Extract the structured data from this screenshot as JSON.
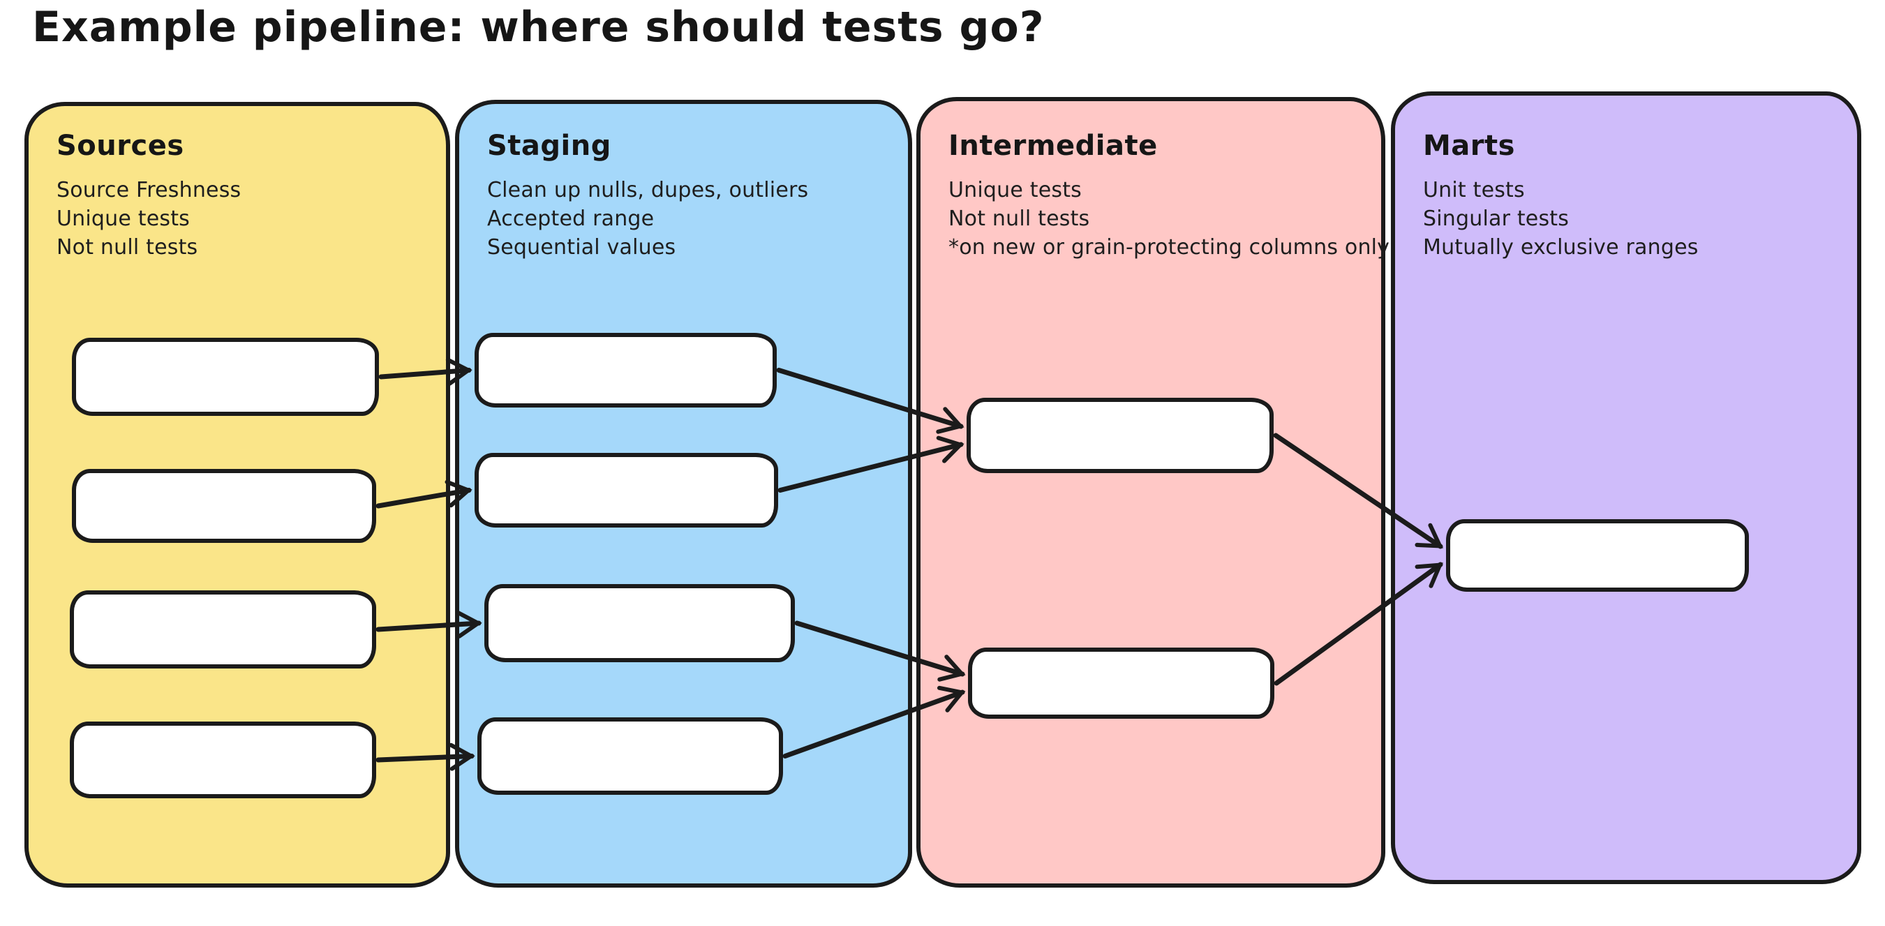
{
  "title": "Example pipeline: where should tests go?",
  "colors": {
    "background": "#ffffff",
    "stroke": "#1b1b1b",
    "sources": "#fae589",
    "staging": "#a5d8fa",
    "intermediate": "#ffc8c6",
    "marts": "#cfbcfa"
  },
  "columns": [
    {
      "id": "sources",
      "label": "Sources",
      "notes": [
        "Source Freshness",
        "Unique tests",
        "Not null tests"
      ],
      "color": "#fae589",
      "box_count": 4
    },
    {
      "id": "staging",
      "label": "Staging",
      "notes": [
        "Clean up nulls, dupes, outliers",
        "Accepted range",
        "Sequential values"
      ],
      "color": "#a5d8fa",
      "box_count": 4
    },
    {
      "id": "intermediate",
      "label": "Intermediate",
      "notes": [
        "Unique tests",
        "Not null tests",
        "*on new or grain-protecting columns only"
      ],
      "color": "#ffc8c6",
      "box_count": 2
    },
    {
      "id": "marts",
      "label": "Marts",
      "notes": [
        "Unit tests",
        "Singular tests",
        "Mutually exclusive ranges"
      ],
      "color": "#cfbcfa",
      "box_count": 1
    }
  ],
  "edges": [
    {
      "from": "sources.0",
      "to": "staging.0"
    },
    {
      "from": "sources.1",
      "to": "staging.1"
    },
    {
      "from": "sources.2",
      "to": "staging.2"
    },
    {
      "from": "sources.3",
      "to": "staging.3"
    },
    {
      "from": "staging.0",
      "to": "intermediate.0"
    },
    {
      "from": "staging.1",
      "to": "intermediate.0"
    },
    {
      "from": "staging.2",
      "to": "intermediate.1"
    },
    {
      "from": "staging.3",
      "to": "intermediate.1"
    },
    {
      "from": "intermediate.0",
      "to": "marts.0"
    },
    {
      "from": "intermediate.1",
      "to": "marts.0"
    }
  ]
}
